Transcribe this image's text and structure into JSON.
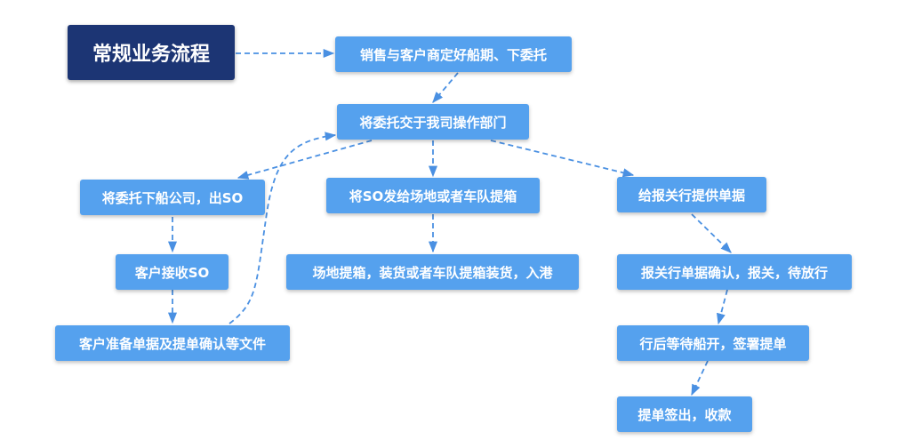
{
  "title": "常规业务流程",
  "nodes": {
    "n1": "销售与客户商定好船期、下委托",
    "n2": "将委托交于我司操作部门",
    "n3": "将委托下船公司，出SO",
    "n4": "将SO发给场地或者车队提箱",
    "n5": "给报关行提供单据",
    "n6": "客户接收SO",
    "n7": "场地提箱，装货或者车队提箱装货，入港",
    "n8": "报关行单据确认，报关，待放行",
    "n9": "客户准备单据及提单确认等文件",
    "n10": "行后等待船开，签署提单",
    "n11": "提单签出，收款"
  },
  "colors": {
    "title_bg": "#1c3574",
    "node_bg": "#55a1ee",
    "edge": "#4a90e2",
    "text": "#ffffff"
  }
}
